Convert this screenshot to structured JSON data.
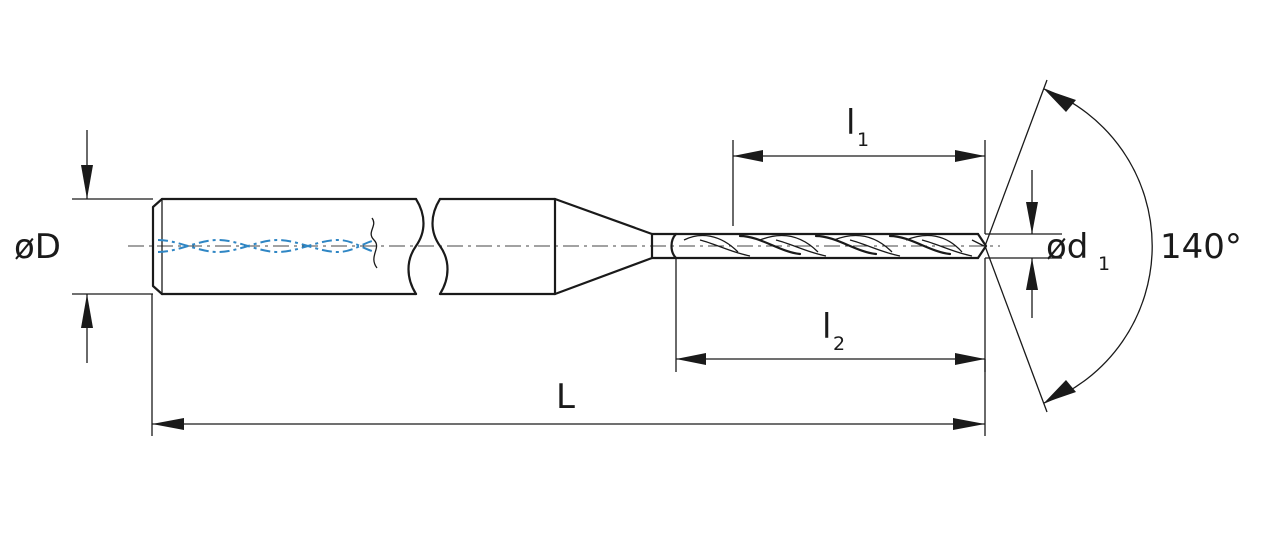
{
  "labels": {
    "shank_diameter": "øD",
    "tip_diameter_main": "ød",
    "tip_diameter_sub": "1",
    "flute_length_main": "l",
    "flute_length_sub": "1",
    "usable_length_main": "l",
    "usable_length_sub": "2",
    "overall_length": "L",
    "point_angle": "140°"
  },
  "colors": {
    "line": "#1a1a1a",
    "coolant": "#2f86c4"
  }
}
